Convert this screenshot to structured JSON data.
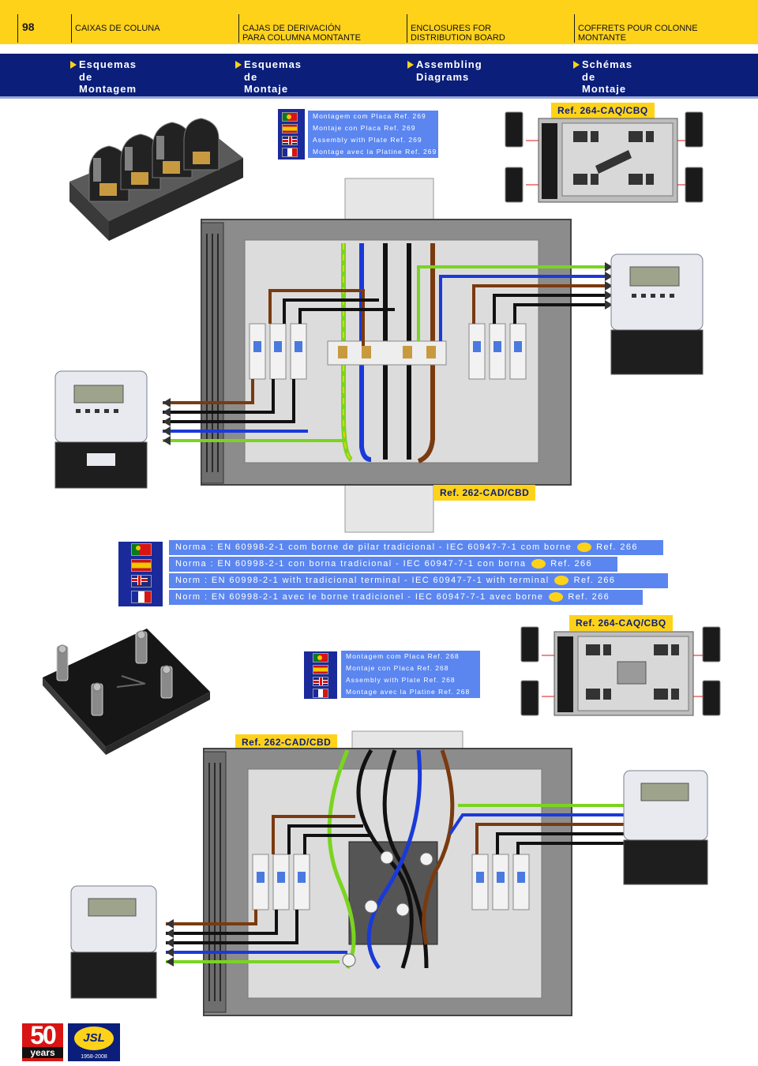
{
  "header": {
    "page_number": "98",
    "titles": [
      {
        "line1": "CAIXAS DE COLUNA",
        "line2": ""
      },
      {
        "line1": "CAJAS DE DERIVACIÓN",
        "line2": "PARA COLUMNA MONTANTE"
      },
      {
        "line1": "ENCLOSURES FOR",
        "line2": "DISTRIBUTION BOARD"
      },
      {
        "line1": "COFFRETS POUR COLONNE",
        "line2": "MONTANTE"
      }
    ]
  },
  "nav": [
    {
      "line1": "Esquemas",
      "line2": "de",
      "line3": "Montagem"
    },
    {
      "line1": "Esquemas",
      "line2": "de",
      "line3": "Montaje"
    },
    {
      "line1": "Assembling",
      "line2": "Diagrams",
      "line3": ""
    },
    {
      "line1": "Schémas",
      "line2": "de",
      "line3": "Montaje"
    }
  ],
  "section1": {
    "captions": [
      "Montagem com Placa Ref. 269",
      "Montaje con Placa Ref. 269",
      "Assembly with Plate Ref. 269",
      "Montage avec la Platine Ref. 269"
    ],
    "ref_small": "Ref. 264-CAQ/CBQ",
    "ref_main": "Ref. 262-CAD/CBD"
  },
  "norms": [
    {
      "text": "Norma : EN 60998-2-1 com borne de pilar tradicional - IEC 60947-7-1 com borne",
      "ref": "Ref. 266"
    },
    {
      "text": "Norma : EN 60998-2-1 con borna tradicional - IEC 60947-7-1 con borna",
      "ref": "Ref. 266"
    },
    {
      "text": "Norm : EN 60998-2-1 with tradicional terminal - IEC 60947-7-1 with terminal",
      "ref": "Ref. 266"
    },
    {
      "text": "Norm : EN 60998-2-1 avec le borne tradicionel - IEC 60947-7-1 avec borne",
      "ref": "Ref. 266"
    }
  ],
  "section2": {
    "captions": [
      "Montagem com Placa Ref. 268",
      "Montaje con Placa Ref. 268",
      "Assembly with Plate Ref. 268",
      "Montage avec la Platine Ref. 268"
    ],
    "ref_small": "Ref. 264-CAQ/CBQ",
    "ref_main": "Ref. 262-CAD/CBD"
  },
  "footer": {
    "logo_big": "50",
    "logo_small": "years",
    "brand": "JSL",
    "brand_years": "1958-2008"
  },
  "colors": {
    "header_yellow": "#ffd21a",
    "nav_blue": "#0a1e7a",
    "caption_blue": "#5b86f0",
    "wire_brown": "#7a3a10",
    "wire_black": "#111111",
    "wire_blue": "#1a3ad8",
    "wire_green_yellow": "#7ad420"
  },
  "icons": [
    "flag-portugal-icon",
    "flag-spain-icon",
    "flag-uk-icon",
    "flag-france-icon",
    "jsl-terminal-icon",
    "arrow-icon"
  ]
}
